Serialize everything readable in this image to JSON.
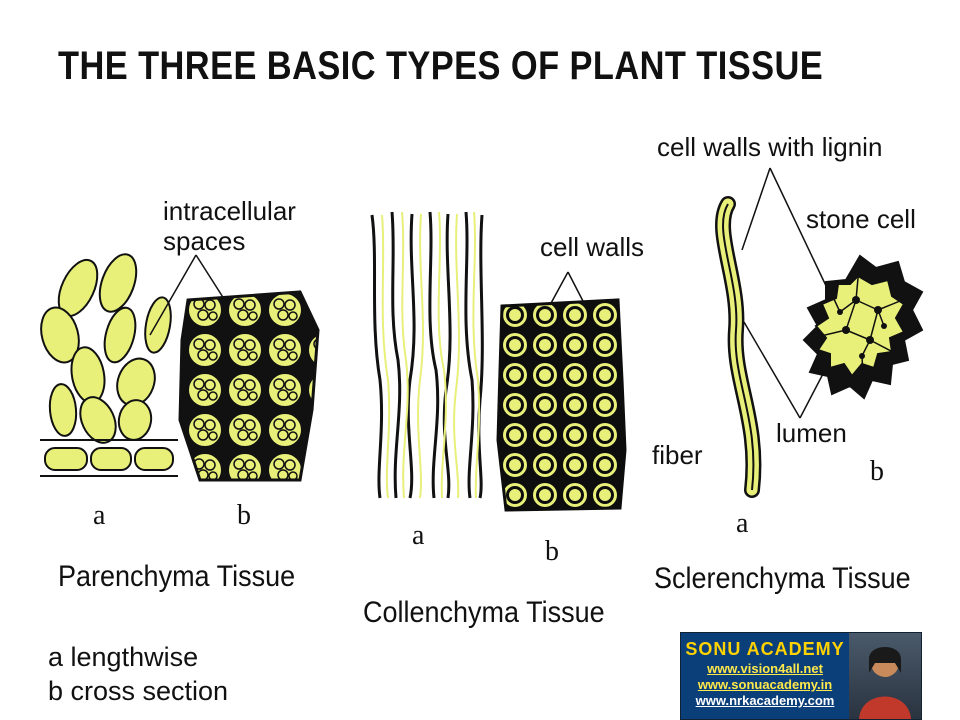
{
  "title": "THE THREE BASIC TYPES OF PLANT TISSUE",
  "parenchyma": {
    "label_spaces": "intracellular\nspaces",
    "a": "a",
    "b": "b",
    "caption": "Parenchyma Tissue"
  },
  "collenchyma": {
    "label_walls": "cell walls",
    "a": "a",
    "b": "b",
    "caption": "Collenchyma Tissue"
  },
  "sclerenchyma": {
    "label_lignin": "cell walls with lignin",
    "label_stone": "stone cell",
    "label_lumen": "lumen",
    "label_fiber": "fiber",
    "a": "a",
    "b": "b",
    "caption": "Sclerenchyma Tissue"
  },
  "legend": {
    "line1": "a lengthwise",
    "line2": "b cross section"
  },
  "logo": {
    "name": "SONU ACADEMY",
    "url1": "www.vision4all.net",
    "url2": "www.sonuacademy.in",
    "url3": "www.nrkacademy.com"
  },
  "colors": {
    "cell_fill": "#e8f07a",
    "outline": "#111111",
    "logo_bg": "#0b3f7a",
    "logo_text": "#ffd200"
  }
}
